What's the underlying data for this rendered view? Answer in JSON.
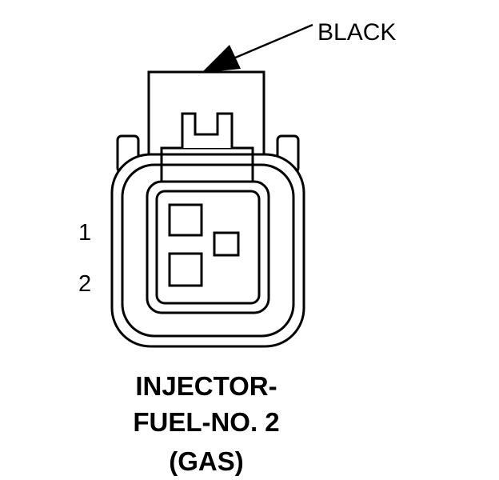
{
  "diagram": {
    "type": "connector-face-diagram",
    "wire_color_label": "BLACK",
    "pin_labels": {
      "pin1": "1",
      "pin2": "2"
    },
    "caption": {
      "line1": "INJECTOR-",
      "line2": "FUEL-NO. 2",
      "line3": "(GAS)"
    },
    "colors": {
      "line": "#000000",
      "background": "#ffffff"
    }
  }
}
